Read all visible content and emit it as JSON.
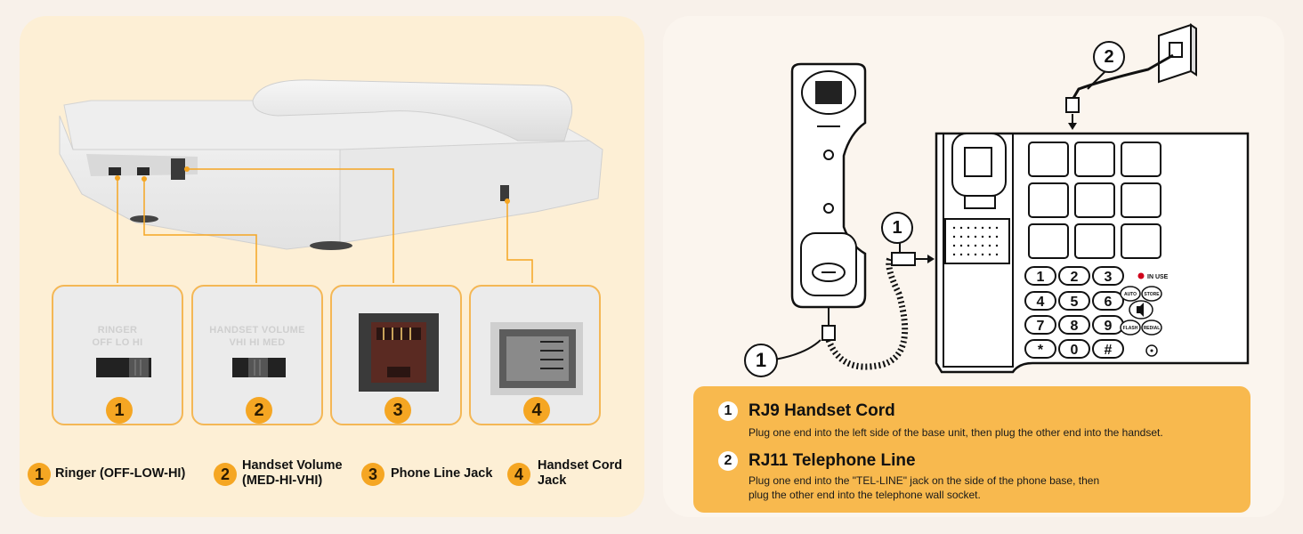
{
  "thumbs": [
    {
      "badge": "1",
      "print": [
        "RINGER",
        "OFF LO HI"
      ]
    },
    {
      "badge": "2",
      "print": [
        "HANDSET VOLUME",
        "VHI HI MED"
      ]
    },
    {
      "badge": "3",
      "print": []
    },
    {
      "badge": "4",
      "print": []
    }
  ],
  "legend": [
    {
      "num": "1",
      "text": "Ringer (OFF-LOW-HI)"
    },
    {
      "num": "2",
      "line1": "Handset Volume",
      "line2": "(MED-HI-VHI)"
    },
    {
      "num": "3",
      "text": "Phone Line Jack"
    },
    {
      "num": "4",
      "line1": "Handset Cord",
      "line2": "Jack"
    }
  ],
  "diagram": {
    "callout_1": "1",
    "callout_2": "2",
    "keypad": [
      "1",
      "2",
      "3",
      "4",
      "5",
      "6",
      "7",
      "8",
      "9",
      "*",
      "0",
      "#"
    ],
    "function_keys": [
      "AUTO",
      "STORE",
      "FLASH",
      "REDIAL"
    ],
    "in_use_label": "IN USE"
  },
  "info": [
    {
      "num": "1",
      "title": "RJ9 Handset Cord",
      "desc": "Plug one end into the left side of the base unit, then plug the other end into the handset."
    },
    {
      "num": "2",
      "title": "RJ11 Telephone Line",
      "desc_line1": "Plug one end into the \"TEL-LINE\" jack on the side of the phone base, then",
      "desc_line2": "plug the other end into the telephone wall socket."
    }
  ],
  "colors": {
    "accent": "#f5a623",
    "panel_left": "#fdefd5",
    "panel_right": "#fbf5ee",
    "info_bg": "#f8b94e"
  }
}
